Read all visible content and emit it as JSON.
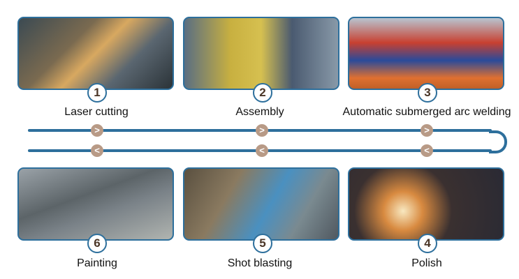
{
  "steps": [
    {
      "number": "1",
      "label": "Laser cutting"
    },
    {
      "number": "2",
      "label": "Assembly"
    },
    {
      "number": "3",
      "label": "Automatic submerged arc welding"
    },
    {
      "number": "4",
      "label": "Polish"
    },
    {
      "number": "5",
      "label": "Shot blasting"
    },
    {
      "number": "6",
      "label": "Painting"
    }
  ],
  "arrows": {
    "forward": ">",
    "back": "<"
  },
  "colors": {
    "accent": "#2d6f9c",
    "arrow_circle": "#b89a86",
    "number_text": "#4a3526"
  }
}
